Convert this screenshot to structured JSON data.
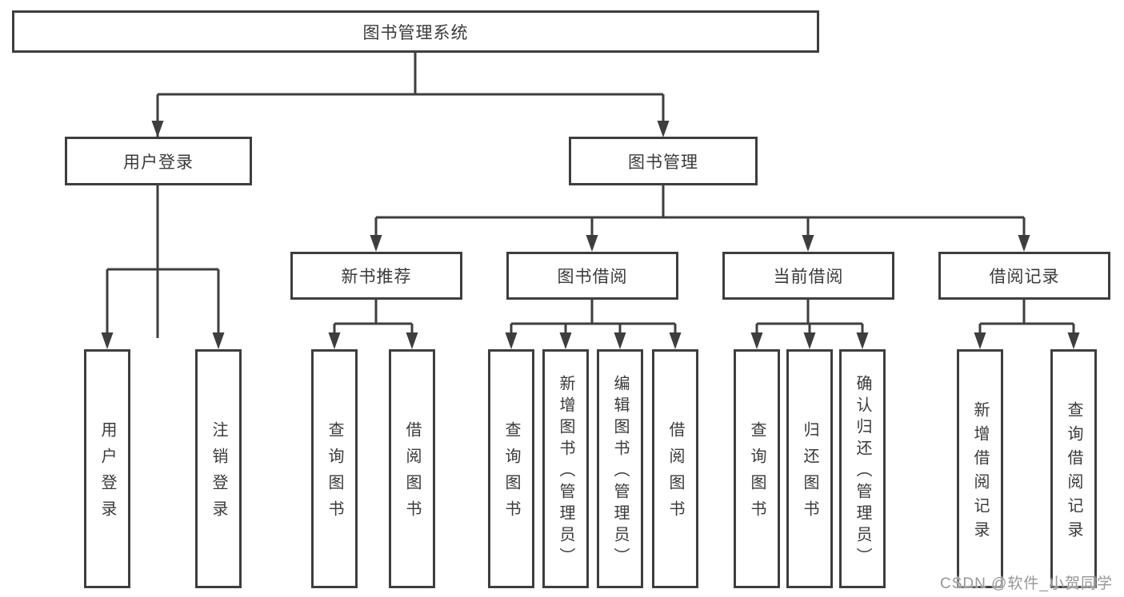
{
  "diagram_type": "hierarchy-tree",
  "colors": {
    "background": "#ffffff",
    "box_fill": "#ffffff",
    "box_border": "#3e3e3e",
    "line": "#3e3e3e",
    "text": "#3a3a3a",
    "watermark_text": "#979797"
  },
  "watermark": {
    "text": "CSDN @软件_小贺同学"
  },
  "tree": {
    "label": "图书管理系统",
    "children": [
      {
        "label": "用户登录",
        "children": [
          {
            "label": "用户登录"
          },
          {
            "label": "注销登录"
          }
        ]
      },
      {
        "label": "图书管理",
        "children": [
          {
            "label": "新书推荐",
            "children": [
              {
                "label": "查询图书"
              },
              {
                "label": "借阅图书"
              }
            ]
          },
          {
            "label": "图书借阅",
            "children": [
              {
                "label": "查询图书"
              },
              {
                "label": "新增图书（管理员）"
              },
              {
                "label": "编辑图书（管理员）"
              },
              {
                "label": "借阅图书"
              }
            ]
          },
          {
            "label": "当前借阅",
            "children": [
              {
                "label": "查询图书"
              },
              {
                "label": "归还图书"
              },
              {
                "label": "确认归还（管理员）"
              }
            ]
          },
          {
            "label": "借阅记录",
            "children": [
              {
                "label": "新增借阅记录"
              },
              {
                "label": "查询借阅记录"
              }
            ]
          }
        ]
      }
    ]
  }
}
